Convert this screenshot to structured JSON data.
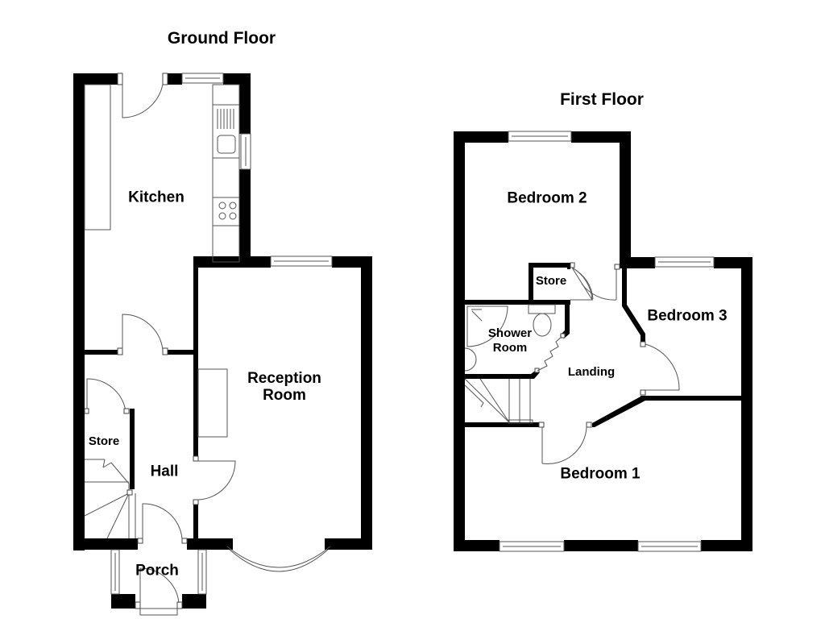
{
  "titles": {
    "ground_floor": "Ground Floor",
    "first_floor": "First Floor"
  },
  "ground_floor": {
    "rooms": {
      "kitchen": "Kitchen",
      "reception_line1": "Reception",
      "reception_line2": "Room",
      "store": "Store",
      "hall": "Hall",
      "porch": "Porch"
    }
  },
  "first_floor": {
    "rooms": {
      "bedroom2": "Bedroom 2",
      "store": "Store",
      "bedroom3": "Bedroom 3",
      "shower_line1": "Shower",
      "shower_line2": "Room",
      "landing": "Landing",
      "bedroom1": "Bedroom 1"
    }
  },
  "colors": {
    "wall": "#000000",
    "background": "#ffffff",
    "fixture_line": "#555555"
  }
}
